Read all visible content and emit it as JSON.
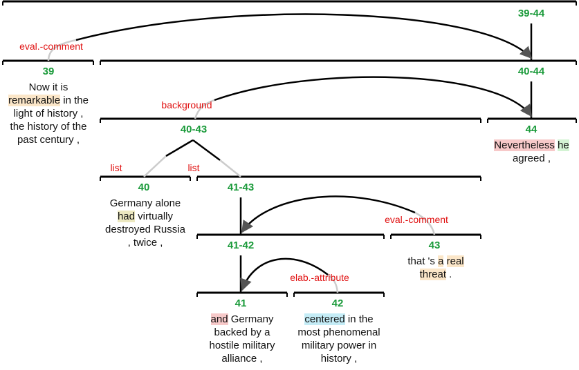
{
  "colors": {
    "span_bar": "#000000",
    "node_id": "#1a9a3a",
    "relation_label": "#e01010",
    "hl_orange": "#fbe6c8",
    "hl_pink": "#f7c9c9",
    "hl_green": "#d3f3d3",
    "hl_cyan": "#c4ecf6",
    "hl_olive": "#ece8c0"
  },
  "nodes": {
    "n39_44": {
      "id": "39-44"
    },
    "n39": {
      "id": "39"
    },
    "n40_44": {
      "id": "40-44"
    },
    "n40_43": {
      "id": "40-43"
    },
    "n44": {
      "id": "44"
    },
    "n40": {
      "id": "40"
    },
    "n41_43": {
      "id": "41-43"
    },
    "n41_42": {
      "id": "41-42"
    },
    "n43": {
      "id": "43"
    },
    "n41": {
      "id": "41"
    },
    "n42": {
      "id": "42"
    }
  },
  "relations": {
    "eval_comment_top": "eval.-comment",
    "background": "background",
    "list_left": "list",
    "list_right": "list",
    "eval_comment_mid": "eval.-comment",
    "elab_attribute": "elab.-attribute"
  },
  "segments": {
    "s39": {
      "lines": [
        [
          {
            "t": "Now it is"
          }
        ],
        [
          {
            "t": "remarkable",
            "hl": "hl_orange"
          },
          {
            "t": " in the"
          }
        ],
        [
          {
            "t": "light of history ,"
          }
        ],
        [
          {
            "t": "the history of the"
          }
        ],
        [
          {
            "t": "past century ,"
          }
        ]
      ]
    },
    "s44": {
      "lines": [
        [
          {
            "t": "Nevertheless",
            "hl": "hl_pink"
          },
          {
            "t": " "
          },
          {
            "t": "he",
            "hl": "hl_green"
          }
        ],
        [
          {
            "t": "agreed ,"
          }
        ]
      ]
    },
    "s40": {
      "lines": [
        [
          {
            "t": "Germany alone"
          }
        ],
        [
          {
            "t": "had",
            "hl": "hl_olive"
          },
          {
            "t": " virtually"
          }
        ],
        [
          {
            "t": "destroyed Russia"
          }
        ],
        [
          {
            "t": ", twice ,"
          }
        ]
      ]
    },
    "s43": {
      "lines": [
        [
          {
            "t": "that 's "
          },
          {
            "t": "a",
            "hl": "hl_orange"
          },
          {
            "t": " "
          },
          {
            "t": "real",
            "hl": "hl_orange"
          }
        ],
        [
          {
            "t": "threat",
            "hl": "hl_orange"
          },
          {
            "t": " ."
          }
        ]
      ]
    },
    "s41": {
      "lines": [
        [
          {
            "t": "and",
            "hl": "hl_pink"
          },
          {
            "t": " Germany"
          }
        ],
        [
          {
            "t": "backed by a"
          }
        ],
        [
          {
            "t": "hostile military"
          }
        ],
        [
          {
            "t": "alliance ,"
          }
        ]
      ]
    },
    "s42": {
      "lines": [
        [
          {
            "t": "centered",
            "hl": "hl_cyan"
          },
          {
            "t": " in the"
          }
        ],
        [
          {
            "t": "most phenomenal"
          }
        ],
        [
          {
            "t": "military power in"
          }
        ],
        [
          {
            "t": "history ,"
          }
        ]
      ]
    }
  }
}
